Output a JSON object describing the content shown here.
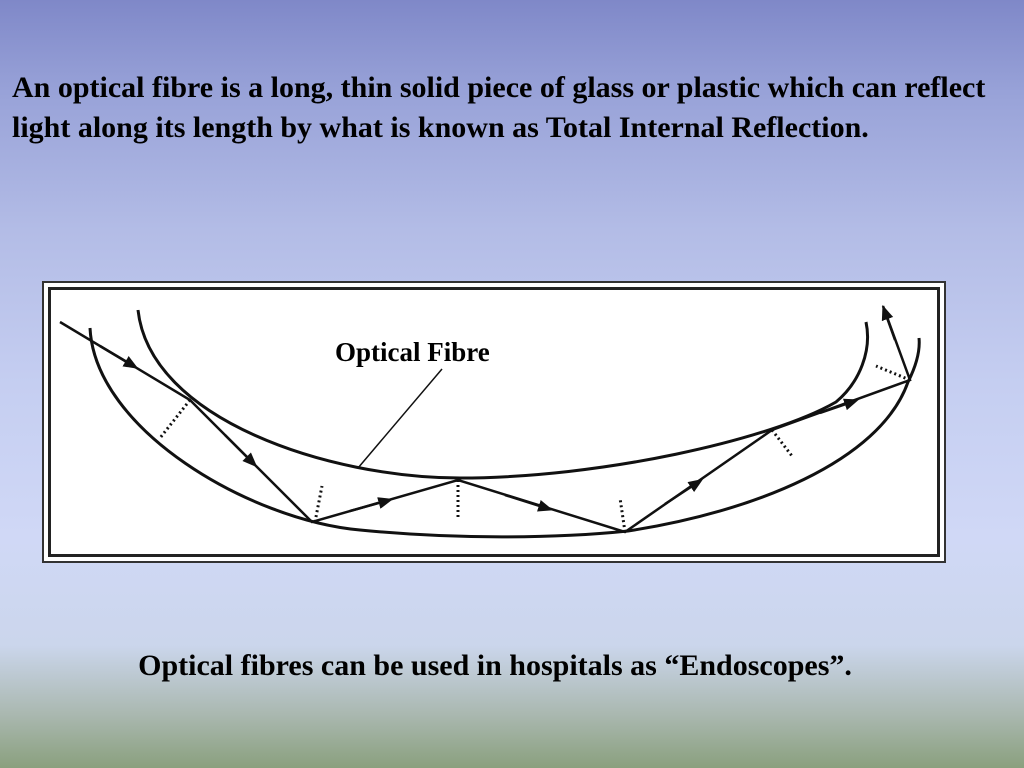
{
  "slide": {
    "intro_text": "An optical fibre is a long, thin solid piece of glass or plastic which can reflect light along its length by what is known as Total Internal Reflection.",
    "footer_text": "Optical fibres can be used in hospitals as “Endoscopes”."
  },
  "diagram": {
    "label": "Optical Fibre"
  }
}
